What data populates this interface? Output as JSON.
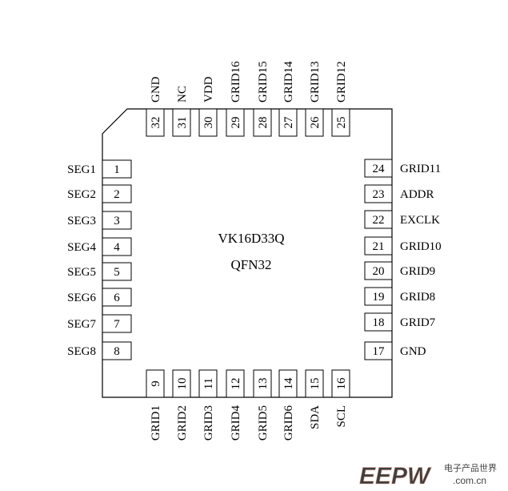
{
  "chip": {
    "name": "VK16D33Q",
    "package": "QFN32"
  },
  "pins": {
    "left": [
      {
        "num": "1",
        "name": "SEG1"
      },
      {
        "num": "2",
        "name": "SEG2"
      },
      {
        "num": "3",
        "name": "SEG3"
      },
      {
        "num": "4",
        "name": "SEG4"
      },
      {
        "num": "5",
        "name": "SEG5"
      },
      {
        "num": "6",
        "name": "SEG6"
      },
      {
        "num": "7",
        "name": "SEG7"
      },
      {
        "num": "8",
        "name": "SEG8"
      }
    ],
    "bottom": [
      {
        "num": "9",
        "name": "GRID1"
      },
      {
        "num": "10",
        "name": "GRID2"
      },
      {
        "num": "11",
        "name": "GRID3"
      },
      {
        "num": "12",
        "name": "GRID4"
      },
      {
        "num": "13",
        "name": "GRID5"
      },
      {
        "num": "14",
        "name": "GRID6"
      },
      {
        "num": "15",
        "name": "SDA"
      },
      {
        "num": "16",
        "name": "SCL"
      }
    ],
    "right": [
      {
        "num": "24",
        "name": "GRID11"
      },
      {
        "num": "23",
        "name": "ADDR"
      },
      {
        "num": "22",
        "name": "EXCLK"
      },
      {
        "num": "21",
        "name": "GRID10"
      },
      {
        "num": "20",
        "name": "GRID9"
      },
      {
        "num": "19",
        "name": "GRID8"
      },
      {
        "num": "18",
        "name": "GRID7"
      },
      {
        "num": "17",
        "name": "GND"
      }
    ],
    "top": [
      {
        "num": "32",
        "name": "GND"
      },
      {
        "num": "31",
        "name": "NC"
      },
      {
        "num": "30",
        "name": "VDD"
      },
      {
        "num": "29",
        "name": "GRID16"
      },
      {
        "num": "28",
        "name": "GRID15"
      },
      {
        "num": "27",
        "name": "GRID14"
      },
      {
        "num": "26",
        "name": "GRID13"
      },
      {
        "num": "25",
        "name": "GRID12"
      }
    ]
  },
  "watermark": {
    "logo": "EEPW",
    "tagline": "电子产品世界",
    "url": ".com.cn"
  }
}
